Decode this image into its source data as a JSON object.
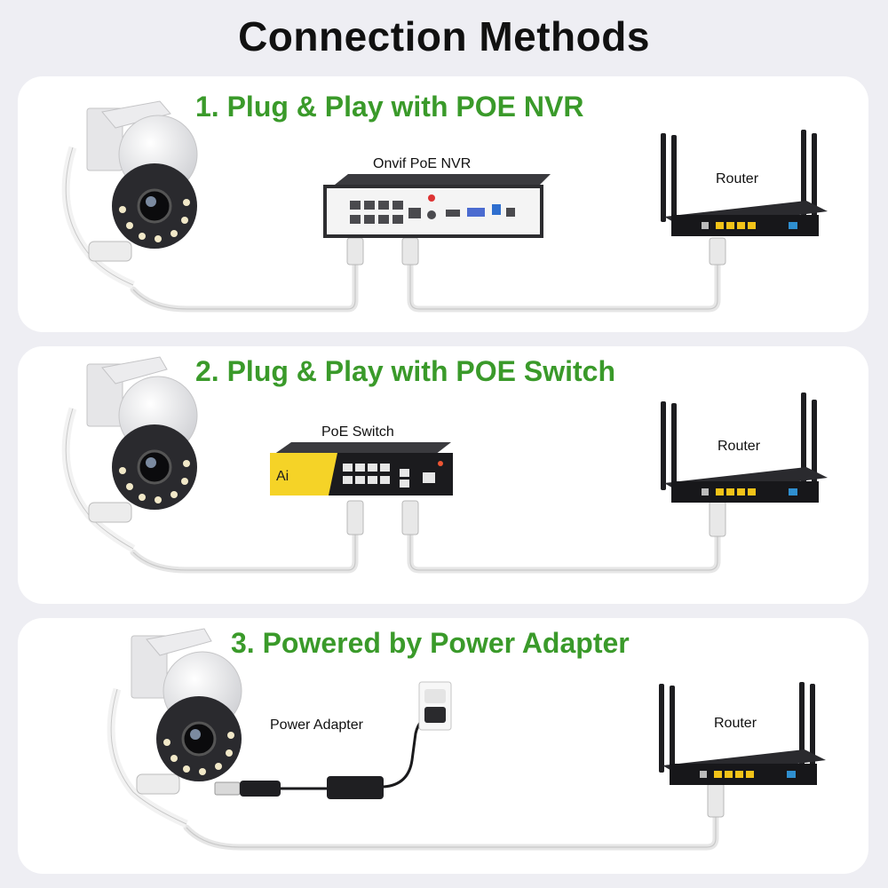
{
  "title": "Connection Methods",
  "methods": [
    {
      "heading": "1. Plug & Play with POE NVR",
      "device_label": "Onvif PoE NVR",
      "router_label": "Router"
    },
    {
      "heading": "2. Plug & Play with POE Switch",
      "device_label": "PoE Switch",
      "router_label": "Router",
      "switch_brand": "Ai"
    },
    {
      "heading": "3. Powered by Power Adapter",
      "device_label": "Power Adapter",
      "router_label": "Router"
    }
  ],
  "colors": {
    "heading_green": "#3a9a2a",
    "panel_bg": "#ffffff",
    "page_bg": "#eeeef3",
    "port_yellow": "#f2c318",
    "port_blue": "#2f8fd0",
    "switch_yellow": "#f5d327"
  }
}
